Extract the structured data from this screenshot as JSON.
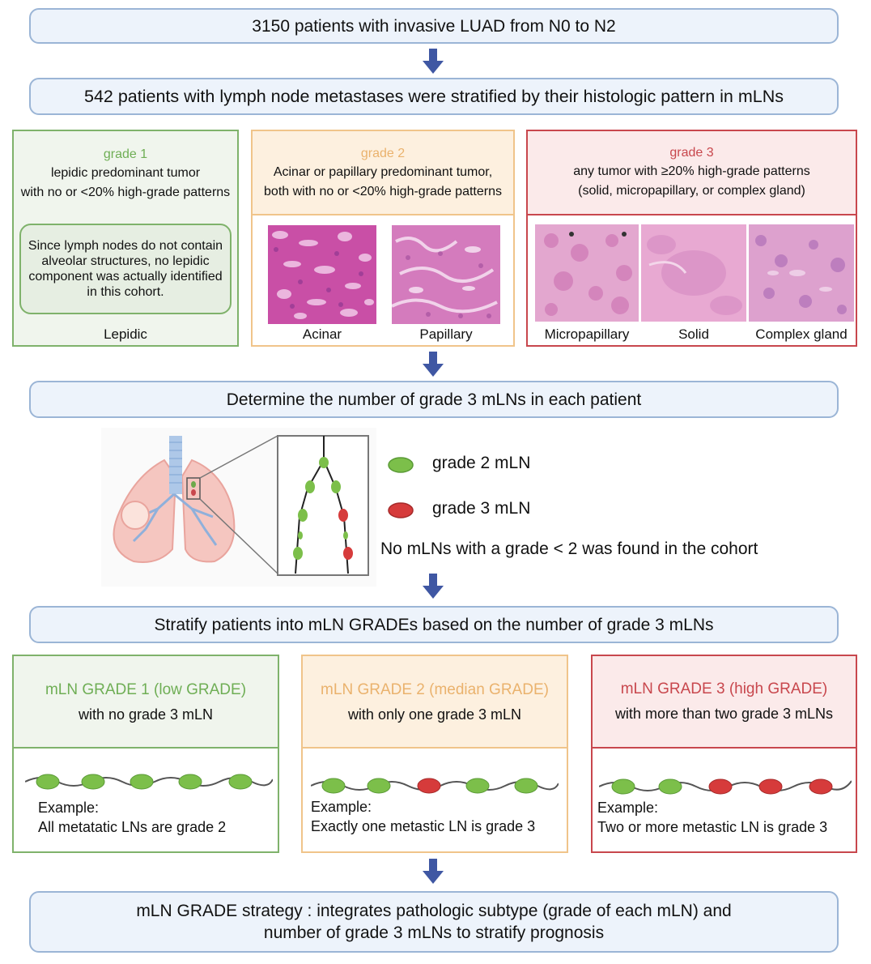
{
  "flow": {
    "step1": "3150 patients with invasive LUAD from N0 to N2",
    "step2": "542 patients with lymph node metastases were stratified by their histologic pattern in mLNs",
    "step3": "Determine the number of grade 3 mLNs in each patient",
    "step4": "Stratify patients into mLN GRADEs based on the number of grade 3 mLNs",
    "step5_line1": "mLN GRADE strategy : integrates pathologic subtype (grade of each mLN) and",
    "step5_line2": "number of grade 3 mLNs to stratify prognosis"
  },
  "grades": {
    "g1": {
      "title": "grade 1",
      "desc1": "lepidic predominant tumor",
      "desc2": "with no or <20% high-grade patterns",
      "note": "Since lymph nodes do not contain alveolar structures, no lepidic component was actually identified in this cohort.",
      "label": "Lepidic"
    },
    "g2": {
      "title": "grade 2",
      "desc1": "Acinar or papillary  predominant tumor,",
      "desc2": "both with no or <20% high-grade patterns",
      "labels": [
        "Acinar",
        "Papillary"
      ]
    },
    "g3": {
      "title": "grade 3",
      "desc1": "any tumor with ≥20% high-grade patterns",
      "desc2": "(solid, micropapillary, or complex gland)",
      "labels": [
        "Micropapillary",
        "Solid",
        "Complex gland"
      ]
    }
  },
  "legend": {
    "green": "grade 2 mLN",
    "red": "grade 3 mLN",
    "note": "No mLNs with a grade < 2 was found in the cohort"
  },
  "mln_grades": {
    "m1": {
      "title": "mLN GRADE 1 (low GRADE)",
      "desc": "with no grade 3 mLN",
      "ex_label": "Example:",
      "ex_text": "All metatatic LNs are grade 2"
    },
    "m2": {
      "title": "mLN GRADE 2 (median GRADE)",
      "desc": "with only one grade 3 mLN",
      "ex_label": "Example:",
      "ex_text": "Exactly one metastic LN is grade 3"
    },
    "m3": {
      "title": "mLN GRADE 3 (high GRADE)",
      "desc": "with more than two grade 3 mLNs",
      "ex_label": "Example:",
      "ex_text": "Two or more metastic LN is grade 3"
    }
  },
  "colors": {
    "grade1": "#6fae55",
    "grade2": "#eab26d",
    "grade3": "#c8474d",
    "flow_fill": "#edf3fb",
    "flow_border": "#9bb5d6",
    "arrow": "#3f57a3"
  }
}
